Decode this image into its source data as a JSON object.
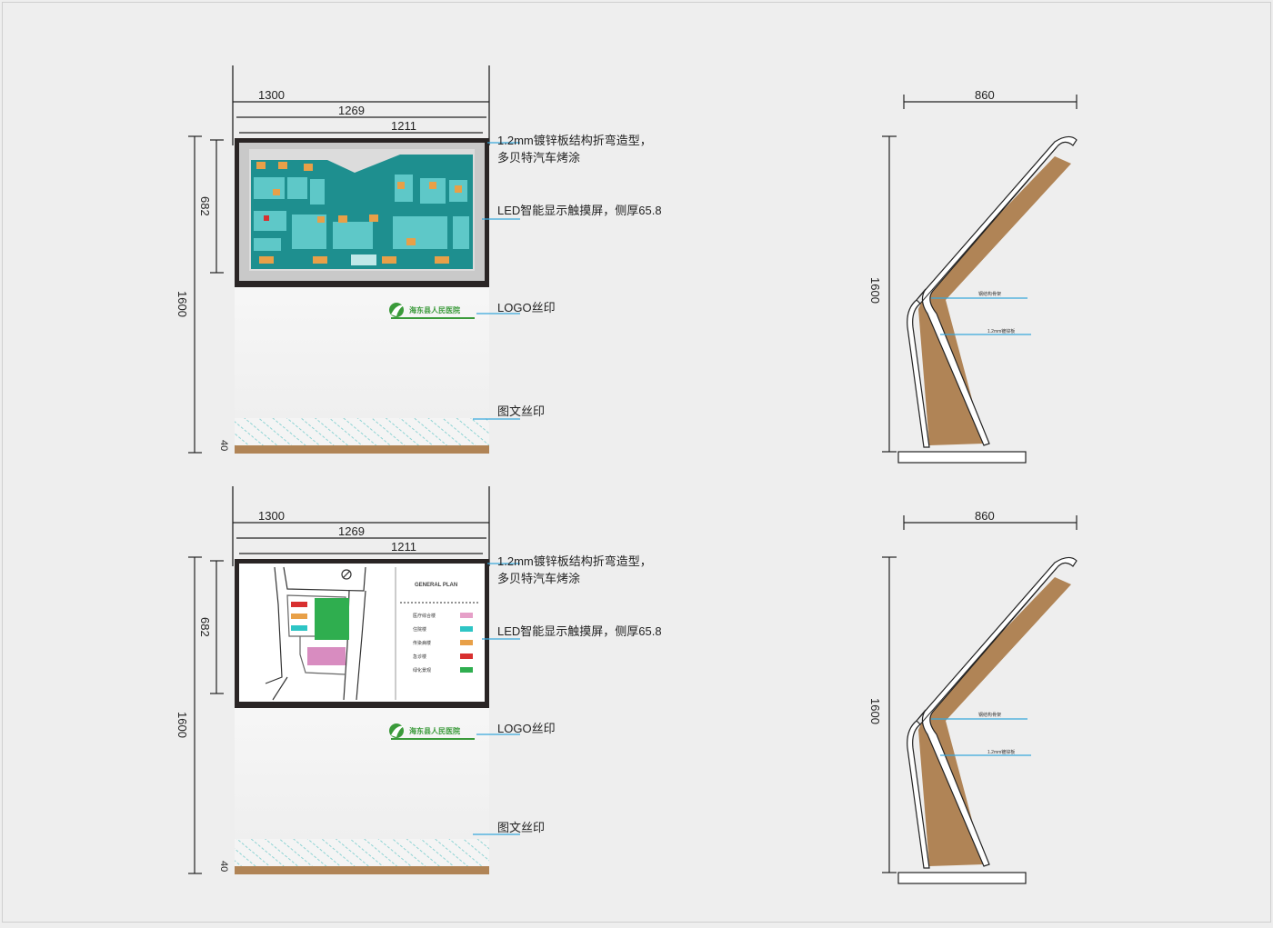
{
  "colors": {
    "background": "#eeeeee",
    "frame": "#2a2525",
    "screen_teal": "#1e8f8f",
    "callout_line": "#38a8dc",
    "wood": "#b08456",
    "logo_green": "#3a9a3a",
    "hatch": "#7fd0d0"
  },
  "front_views": [
    {
      "dims": {
        "overall_width": "1300",
        "panel_width": "1269",
        "screen_width": "1211",
        "screen_height": "682",
        "total_height": "1600",
        "base_height": "40"
      },
      "callouts": {
        "structure_line1": "1.2mm镀锌板结构折弯造型，",
        "structure_line2": "多贝特汽车烤涂",
        "screen": "LED智能显示触摸屏，侧厚65.8",
        "logo": "LOGO丝印",
        "graphic": "图文丝印"
      },
      "screen_content": "floor-map",
      "logo_text": "海东县人民医院"
    },
    {
      "dims": {
        "overall_width": "1300",
        "panel_width": "1269",
        "screen_width": "1211",
        "screen_height": "682",
        "total_height": "1600",
        "base_height": "40"
      },
      "callouts": {
        "structure_line1": "1.2mm镀锌板结构折弯造型，",
        "structure_line2": "多贝特汽车烤涂",
        "screen": "LED智能显示触摸屏，侧厚65.8",
        "logo": "LOGO丝印",
        "graphic": "图文丝印"
      },
      "screen_content": "site-plan",
      "logo_text": "海东县人民医院",
      "legend_title": "GENERAL PLAN",
      "legend_items": [
        "医疗综合楼",
        "住院楼",
        "传染病楼",
        "急诊楼",
        "绿化景观"
      ]
    }
  ],
  "side_views": [
    {
      "width": "860",
      "height": "1600",
      "label_upper": "钢结构骨架",
      "label_lower": "1.2mm镀锌板"
    },
    {
      "width": "860",
      "height": "1600",
      "label_upper": "钢结构骨架",
      "label_lower": "1.2mm镀锌板"
    }
  ]
}
